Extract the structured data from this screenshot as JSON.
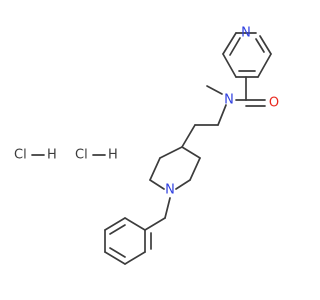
{
  "colors": {
    "bond": "#3c3c3c",
    "nitrogen": "#2f3fe0",
    "oxygen": "#e8281e",
    "carbon_text": "#3c3c3c"
  },
  "atoms": {
    "pyridine_n": "N",
    "amide_o": "O",
    "amide_n": "N",
    "piperidine_n": "N"
  },
  "salts": [
    {
      "text": "Cl"
    },
    {
      "text": "Cl"
    }
  ],
  "salt_bond": "H"
}
